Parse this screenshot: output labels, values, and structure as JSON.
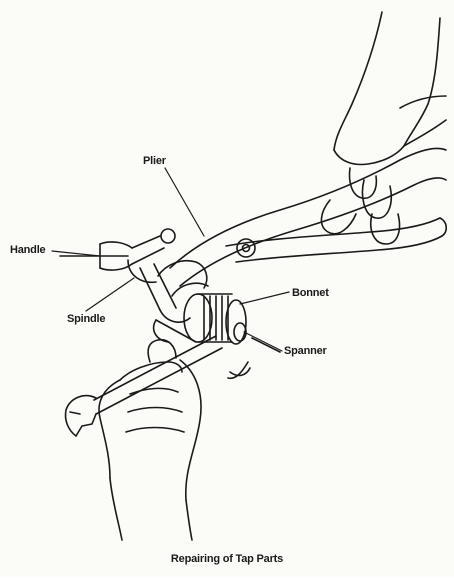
{
  "figure": {
    "caption": "Repairing of Tap Parts",
    "labels": {
      "plier": "Plier",
      "handle": "Handle",
      "spindle": "Spindle",
      "bonnet": "Bonnet",
      "spanner": "Spanner"
    },
    "colors": {
      "ink": "#1a1a1a",
      "paper": "#fbfbf8"
    }
  }
}
